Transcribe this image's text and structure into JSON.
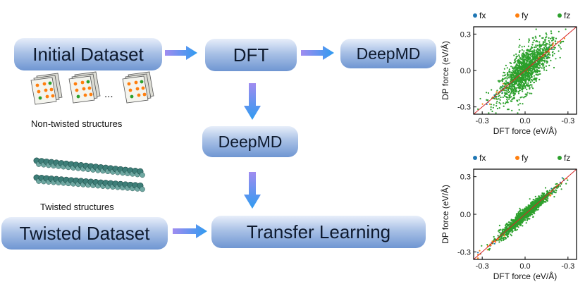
{
  "diagram": {
    "nodes": {
      "initial": "Initial Dataset",
      "dft": "DFT",
      "deepmd_top": "DeepMD",
      "deepmd_mid": "DeepMD",
      "twisted": "Twisted Dataset",
      "transfer": "Transfer Learning"
    },
    "captions": {
      "non_twisted": "Non-twisted structures",
      "twisted": "Twisted structures"
    },
    "ellipsis": "..."
  },
  "colors": {
    "fx": "#1f77b4",
    "fy": "#ff7f0e",
    "fz": "#2ca02c",
    "diagonal": "#d62728",
    "arrow_top": "#a08cf0",
    "arrow_bottom": "#2f9bf0"
  },
  "chart_data": [
    {
      "type": "scatter",
      "title": "",
      "xlabel": "DFT force (eV/Å)",
      "ylabel": "DP force (eV/Å)",
      "xticks": [
        "-0.3",
        "0.0",
        "-0.3"
      ],
      "yticks": [
        "0.3",
        "0.0",
        "-0.3"
      ],
      "xlim": [
        -0.36,
        0.36
      ],
      "ylim": [
        -0.36,
        0.36
      ],
      "legend": {
        "placement": "top",
        "entries": [
          "fx",
          "fy",
          "fz"
        ]
      },
      "series": [
        {
          "name": "fx",
          "spread": 0.02
        },
        {
          "name": "fy",
          "spread": 0.02
        },
        {
          "name": "fz",
          "spread": 0.07
        }
      ]
    },
    {
      "type": "scatter",
      "title": "",
      "xlabel": "DFT force (eV/Å)",
      "ylabel": "DP force (eV/Å)",
      "xticks": [
        "-0.3",
        "0.0",
        "-0.3"
      ],
      "yticks": [
        "0.3",
        "0.0",
        "-0.3"
      ],
      "xlim": [
        -0.36,
        0.36
      ],
      "ylim": [
        -0.36,
        0.36
      ],
      "legend": {
        "placement": "top",
        "entries": [
          "fx",
          "fy",
          "fz"
        ]
      },
      "series": [
        {
          "name": "fx",
          "spread": 0.015
        },
        {
          "name": "fy",
          "spread": 0.015
        },
        {
          "name": "fz",
          "spread": 0.025
        }
      ]
    }
  ]
}
